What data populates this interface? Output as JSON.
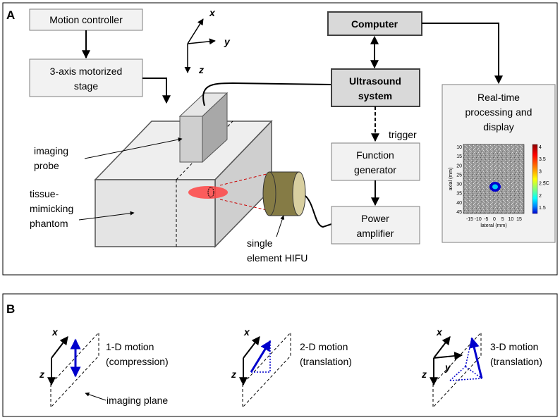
{
  "panels": {
    "a": "A",
    "b": "B"
  },
  "boxes": {
    "motion_controller": "Motion controller",
    "stage_line1": "3-axis motorized",
    "stage_line2": "stage",
    "computer": "Computer",
    "us_line1": "Ultrasound",
    "us_line2": "system",
    "fg_line1": "Function",
    "fg_line2": "generator",
    "pa_line1": "Power",
    "pa_line2": "amplifier",
    "rt_line1": "Real-time",
    "rt_line2": "processing and",
    "rt_line3": "display"
  },
  "axes": {
    "x": "x",
    "y": "y",
    "z": "z"
  },
  "labels": {
    "trigger": "trigger",
    "imaging1": "imaging",
    "imaging2": "probe",
    "tissue1": "tissue-",
    "tissue2": "mimicking",
    "tissue3": "phantom",
    "hifu1": "single",
    "hifu2": "element HIFU",
    "imaging_plane": "imaging plane"
  },
  "display": {
    "yticks": [
      "10",
      "15",
      "20",
      "25",
      "30",
      "35",
      "40",
      "45"
    ],
    "xticks": [
      "-15",
      "-10",
      "-5",
      "0",
      "5",
      "10",
      "15"
    ],
    "ylabel": "axial (mm)",
    "xlabel": "lateral (mm)",
    "cticks": [
      "4",
      "3.5",
      "3",
      "2.5",
      "2",
      "1.5"
    ],
    "cunit": "°C",
    "colors": [
      "#8b0000",
      "#ff0000",
      "#ff8c00",
      "#ffff00",
      "#7fff7f",
      "#00ffff",
      "#0080ff",
      "#0000cd"
    ]
  },
  "motions": [
    {
      "line1": "1-D motion",
      "line2": "(compression)"
    },
    {
      "line1": "2-D motion",
      "line2": "(translation)"
    },
    {
      "line1": "3-D motion",
      "line2": "(translation)"
    }
  ],
  "colors": {
    "arrow_blue": "#0000cc",
    "hifu_body": "#857b45",
    "focal_red": "#ff4444"
  }
}
